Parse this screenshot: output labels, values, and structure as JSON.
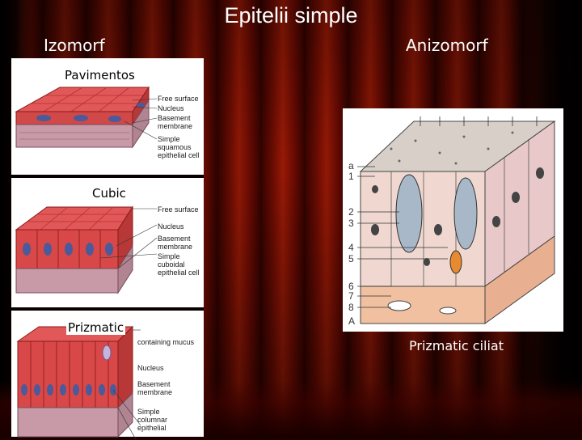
{
  "slide": {
    "title": "Epitelii simple",
    "left_heading": "Izomorf",
    "right_heading": "Anizomorf"
  },
  "left_panel": {
    "squamous": {
      "label": "Pavimentos",
      "callouts": [
        "Free surface",
        "Nucleus",
        "Basement membrane",
        "Simple squamous epithelial cell"
      ]
    },
    "cuboidal": {
      "label": "Cubic",
      "callouts": [
        "Free surface",
        "Nucleus",
        "Basement membrane",
        "Simple cuboidal epithelial cell"
      ]
    },
    "columnar": {
      "label": "Prizmatic",
      "callouts": [
        "containing mucus",
        "Nucleus",
        "Basement membrane",
        "Simple columnar epithelial"
      ]
    }
  },
  "right_panel": {
    "label": "Prizmatic ciliat",
    "markers": [
      "a",
      "1",
      "2",
      "3",
      "4",
      "5",
      "6",
      "7",
      "8",
      "A"
    ]
  },
  "colors": {
    "curtain": "#7a0e02",
    "cell_red": "#e04040",
    "nucleus_blue": "#4a5a9a",
    "tissue_pink": "#c89aa8",
    "panel_bg": "#ffffff"
  }
}
